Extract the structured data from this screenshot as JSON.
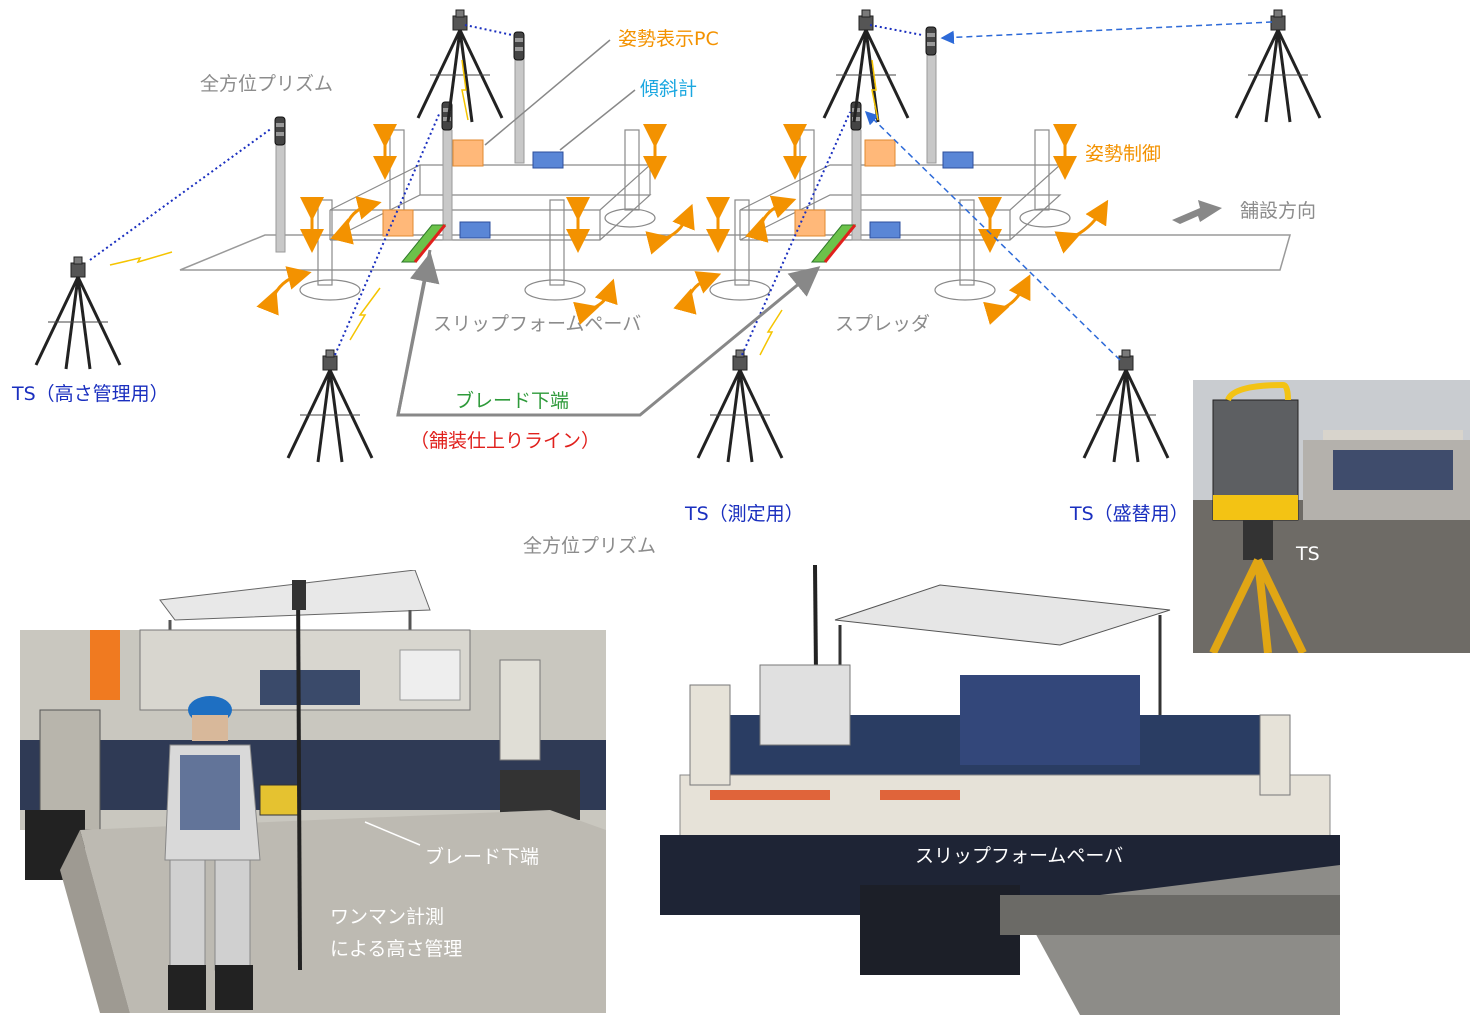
{
  "diagram": {
    "prism_label": "全方位プリズム",
    "attitude_pc_label": "姿勢表示PC",
    "inclinometer_label": "傾斜計",
    "attitude_control_label": "姿勢制御",
    "paving_direction_label": "舗設方向",
    "slipform_paver_label": "スリップフォームペーバ",
    "spreader_label": "スプレッダ",
    "blade_bottom_label": "ブレード下端",
    "finish_line_label": "（舗装仕上りライン）",
    "ts_height_label": "TS（高さ管理用）",
    "ts_measure_label": "TS（測定用）",
    "ts_relocation_label": "TS（盛替用）",
    "prism_label_2": "全方位プリズム"
  },
  "photos": {
    "left": {
      "blade_bottom_label": "ブレード下端",
      "one_man_label_1": "ワンマン計測",
      "one_man_label_2": "による高さ管理"
    },
    "center": {
      "paver_label": "スリップフォームペーバ"
    },
    "right": {
      "ts_label": "TS"
    }
  },
  "colors": {
    "orange": "#f39200",
    "box_orange": "#ffb879",
    "box_blue": "#5a86d6",
    "blade_green": "#6cc24a",
    "blade_red": "#e0201c",
    "ts_blue": "#1a2fbf",
    "label_gray": "#8c8c8c",
    "dotted_blue": "#1a2fbf",
    "dashed_blue": "#2d6ad8"
  },
  "icons": [
    "total-station-icon",
    "prism-icon",
    "attitude-arrow-icon",
    "direction-arrow-icon"
  ]
}
